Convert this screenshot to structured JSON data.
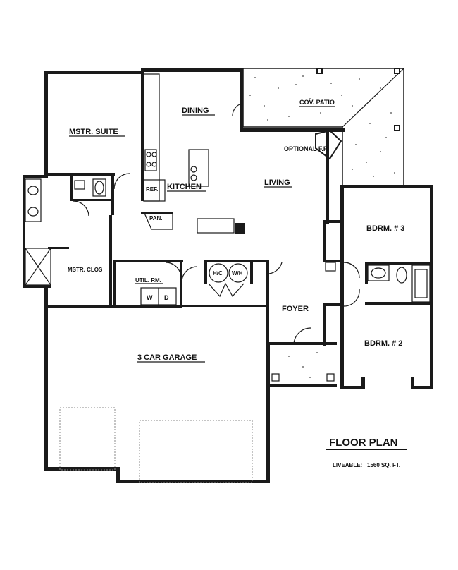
{
  "rooms": {
    "master_suite": "MSTR. SUITE",
    "dining": "DINING",
    "cov_patio": "COV. PATIO",
    "optional_fp": "OPTIONAL F.P.",
    "kitchen": "KITCHEN",
    "ref": "REF.",
    "living": "LIVING",
    "pantry": "PAN.",
    "bedroom3": "BDRM. # 3",
    "master_closet": "MSTR. CLOS",
    "utility": "UTIL. RM.",
    "washer": "W",
    "dryer": "D",
    "hvac": "H/C",
    "water_heater": "W/H",
    "foyer": "FOYER",
    "bedroom2": "BDRM. # 2",
    "garage": "3 CAR GARAGE"
  },
  "title": {
    "heading": "FLOOR PLAN",
    "area_label": "LIVEABLE:",
    "area_value": "1560 SQ. FT."
  }
}
